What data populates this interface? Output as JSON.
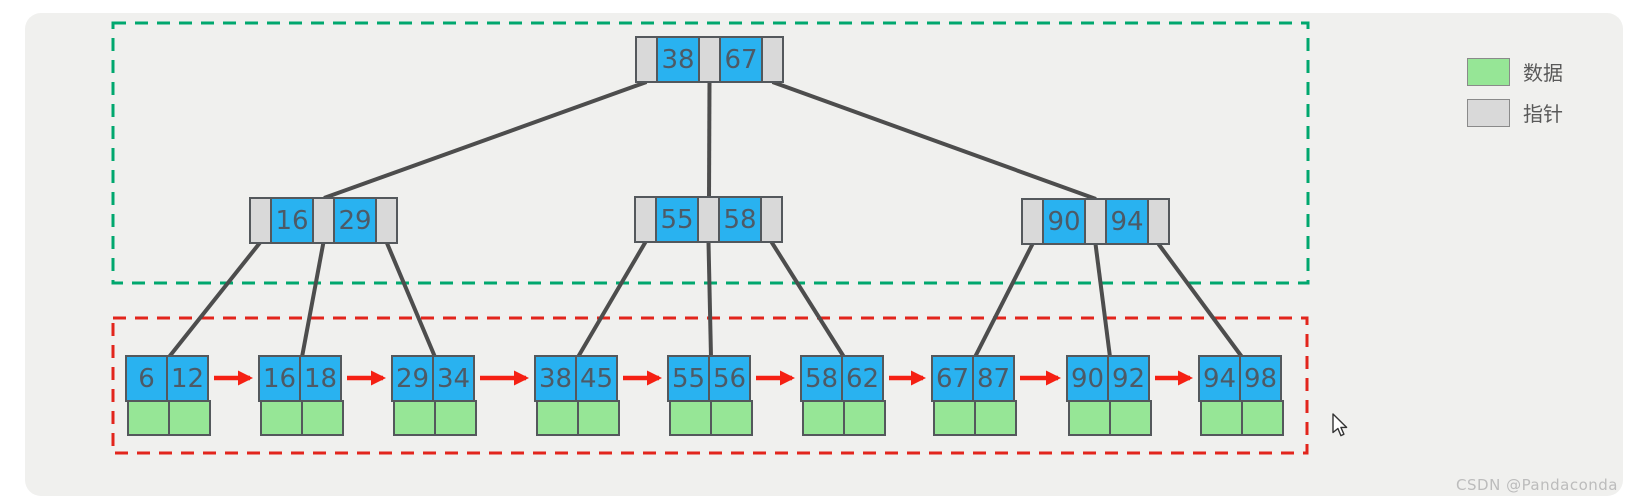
{
  "diagram": {
    "type": "b-plus-tree",
    "regions": {
      "upper": {
        "outline_color": "#00a76e",
        "contains": "root and internal index nodes"
      },
      "lower": {
        "outline_color": "#e2251c",
        "contains": "leaf nodes linked list"
      }
    },
    "tree": {
      "root": {
        "keys": [
          "38",
          "67"
        ]
      },
      "internal": [
        {
          "keys": [
            "16",
            "29"
          ]
        },
        {
          "keys": [
            "55",
            "58"
          ]
        },
        {
          "keys": [
            "90",
            "94"
          ]
        }
      ],
      "leaves": [
        {
          "keys": [
            "6",
            "12"
          ]
        },
        {
          "keys": [
            "16",
            "18"
          ]
        },
        {
          "keys": [
            "29",
            "34"
          ]
        },
        {
          "keys": [
            "38",
            "45"
          ]
        },
        {
          "keys": [
            "55",
            "56"
          ]
        },
        {
          "keys": [
            "58",
            "62"
          ]
        },
        {
          "keys": [
            "67",
            "87"
          ]
        },
        {
          "keys": [
            "90",
            "92"
          ]
        },
        {
          "keys": [
            "94",
            "98"
          ]
        }
      ]
    },
    "colors": {
      "key_cell_blue": "#29b2f0",
      "data_cell_green": "#96e696",
      "pointer_cell_gray": "#d9d9d9",
      "edge_gray": "#4d4d4d",
      "leaf_link_red": "#f52013",
      "upper_outline_green": "#00a76e",
      "lower_outline_red": "#e2251c",
      "card_background": "#f0f0ee"
    }
  },
  "legend": {
    "items": [
      {
        "name": "data",
        "label": "数据",
        "color": "#96e696"
      },
      {
        "name": "pointer",
        "label": "指针",
        "color": "#d9d9d9"
      }
    ]
  },
  "watermark": "CSDN @Pandaconda"
}
